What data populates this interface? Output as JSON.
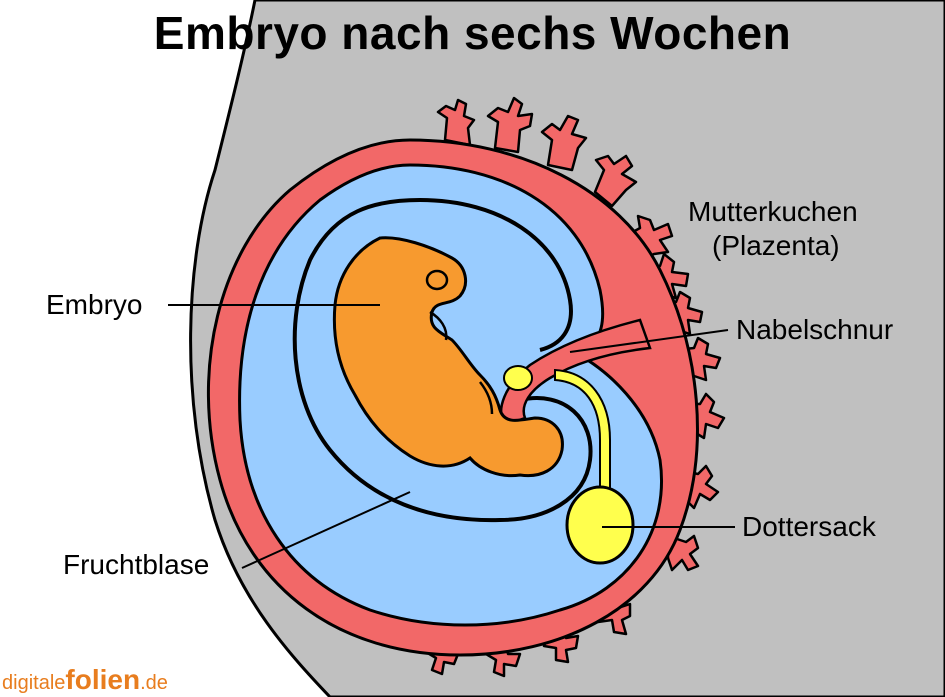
{
  "title": "Embryo nach sechs Wochen",
  "labels": {
    "embryo": "Embryo",
    "placenta_line1": "Mutterkuchen",
    "placenta_line2": "(Plazenta)",
    "umbilical_cord": "Nabelschnur",
    "amniotic_sac": "Fruchtblase",
    "yolk_sac": "Dottersack"
  },
  "logo": {
    "part1": "digitale",
    "part2": "folien",
    "part3": ".de"
  },
  "colors": {
    "uterus_wall": "#c0c0c0",
    "placenta": "#f26868",
    "amniotic_fluid": "#99ccff",
    "embryo": "#f79a2f",
    "yolk_sac": "#ffff4d",
    "outline": "#000000",
    "logo": "#e87d1e"
  }
}
